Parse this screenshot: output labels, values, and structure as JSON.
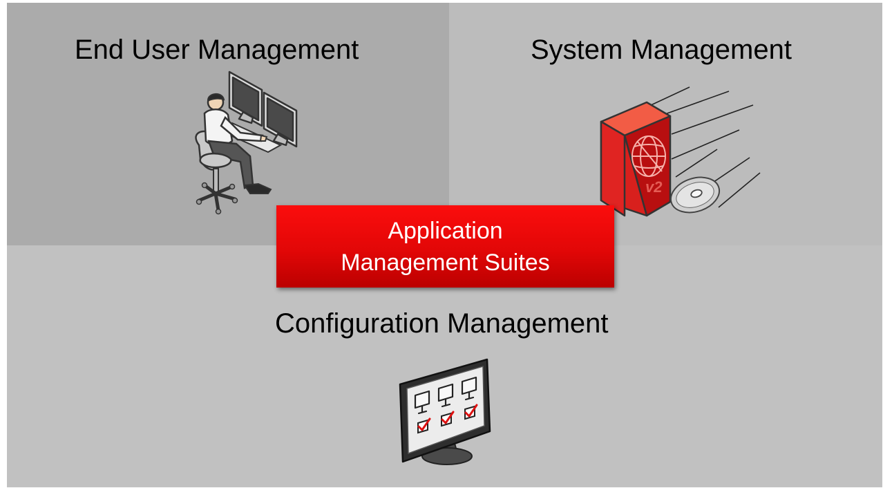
{
  "panels": {
    "end_user": {
      "title": "End User Management",
      "icon": "operator-at-monitors-icon"
    },
    "system": {
      "title": "System Management",
      "icon": "software-box-with-disc-icon"
    },
    "configuration": {
      "title": "Configuration Management",
      "icon": "monitor-checklist-icon"
    }
  },
  "center": {
    "line1": "Application",
    "line2": "Management Suites"
  },
  "software_box_label": "v2",
  "colors": {
    "center_red": "#e80808",
    "panel_dark": "#ababab",
    "panel_light": "#bcbcbc",
    "panel_bottom": "#c1c1c1",
    "check_red": "#dd1111"
  }
}
